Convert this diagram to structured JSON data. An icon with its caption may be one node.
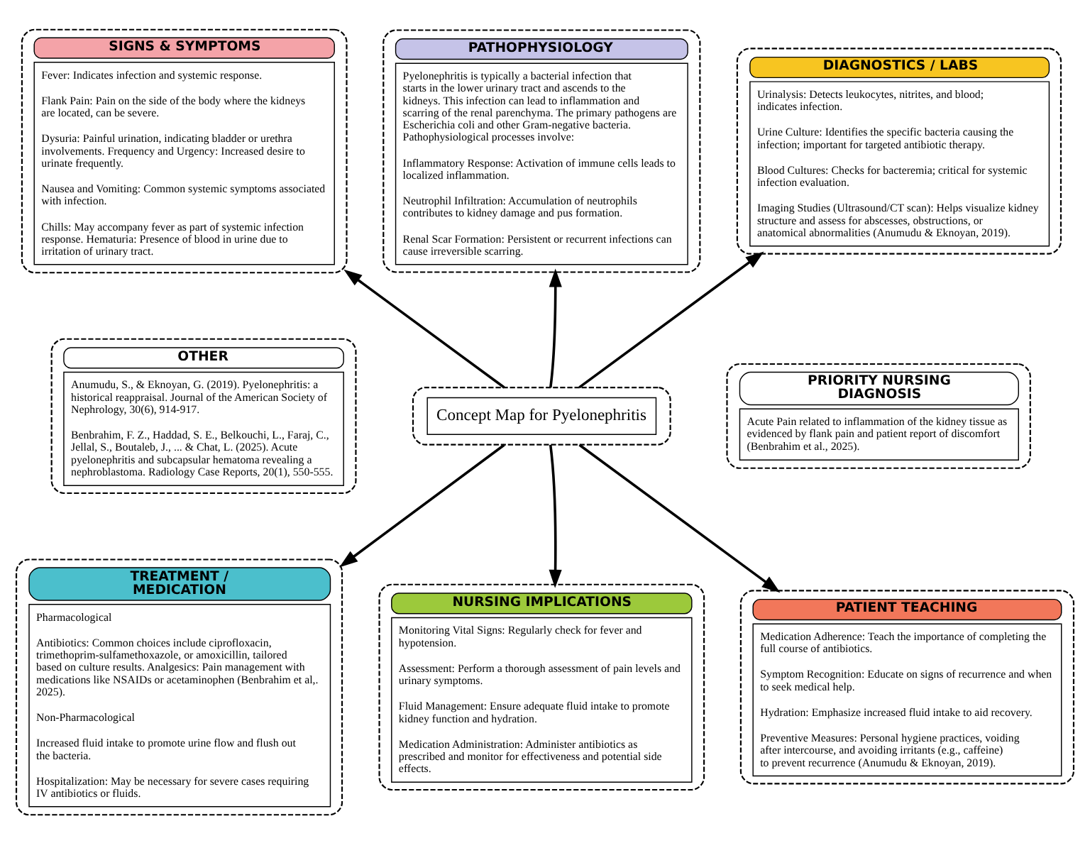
{
  "diagram": {
    "nodes": [
      {
        "text": [
          "SIGNS & SYMPTOMS",
          "Fever: Indicates infection and systemic response.",
          "Flank Pain: Pain on the side of the body where the kidneys are located, can be severe.",
          "Dysuria: Painful urination, indicating bladder or urethra involvements. Frequency and Urgency: Increased desire to urinate frequently.",
          "Nausea and Vomiting: Common systemic symptoms associated with infection.",
          "Chills: May accompany fever as part of systemic infection response. Hematuria: Presence of blood in urine due to irritation of urinary tract."
        ]
      },
      {
        "text": [
          "PATHOPHYSIOLOGY",
          "Pyelonephritis is typically a bacterial infection that starts in the lower urinary tract and ascends to the kidneys. This infection can lead to inflammation and scarring of the renal parenchyma. The primary pathogens are Escherichia coli and other Gram-negative bacteria. Pathophysiological processes involve:",
          "Inflammatory Response: Activation of immune cells leads to localized inflammation.",
          "Neutrophil Infiltration: Accumulation of neutrophils contributes to kidney damage and pus formation.",
          "Renal Scar Formation: Persistent or recurrent infections can cause irreversible scarring."
        ]
      },
      {
        "text": [
          "DIAGNOSTICS / LABS",
          "Urinalysis: Detects leukocytes, nitrites, and blood; indicates infection.",
          "Urine Culture: Identifies the specific bacteria causing the infection; important for targeted antibiotic therapy.",
          "Blood Cultures: Checks for bacteremia; critical for systemic infection evaluation.",
          "Imaging Studies (Ultrasound/CT scan): Helps visualize kidney structure and assess for abscesses, obstructions, or anatomical abnormalities (Anumudu & Eknoyan, 2019)."
        ]
      },
      {
        "text": [
          "OTHER",
          "Anumudu, S., & Eknoyan, G. (2019). Pyelonephritis: a historical reappraisal. Journal of the American Society of Nephrology, 30(6), 914-917.",
          "Benbrahim, F. Z., Haddad, S. E., Belkouchi, L., Faraj, C., Jellal, S., Boutaleb, J., ... & Chat, L. (2025). Acute pyelonephritis and subcapsular hematoma revealing a nephroblastoma. Radiology Case Reports, 20(1), 550-555."
        ]
      },
      {
        "text": [
          "Concept Map for Pyelonephritis"
        ]
      },
      {
        "text": [
          "PRIORITY NURSING DIAGNOSIS",
          "Acute Pain related to inflammation of the kidney tissue as evidenced by flank pain and patient report of discomfort (Benbrahim et al., 2025)."
        ]
      },
      {
        "text": [
          "TREATMENT / MEDICATION",
          "Pharmacological",
          "Antibiotics: Common choices include ciprofloxacin, trimethoprim-sulfamethoxazole, or amoxicillin, tailored based on culture results. Analgesics: Pain management with medications like NSAIDs or acetaminophen (Benbrahim et al,. 2025).",
          "Non-Pharmacological",
          "Increased fluid intake to promote urine flow and flush out the bacteria.",
          "Hospitalization: May be necessary for severe cases requiring IV antibiotics or fluids."
        ]
      },
      {
        "text": [
          "NURSING IMPLICATIONS",
          "Monitoring Vital Signs: Regularly check for fever and hypotension.",
          "Assessment: Perform a thorough assessment of pain levels and urinary symptoms.",
          "Fluid Management: Ensure adequate fluid intake to promote kidney function and hydration.",
          "Medication Administration: Administer antibiotics as prescribed and monitor for effectiveness and potential side effects."
        ]
      },
      {
        "text": [
          "PATIENT TEACHING",
          "Medication Adherence: Teach the importance of completing the full course of antibiotics.",
          "Symptom Recognition: Educate on signs of recurrence and when to seek medical help.",
          "Hydration: Emphasize increased fluid intake to aid recovery.",
          "Preventive Measures: Personal hygiene practices, voiding after intercourse, and avoiding irritants (e.g., caffeine) to prevent recurrence (Anumudu & Eknoyan, 2019)."
        ]
      }
    ],
    "edges": [
      {
        "from": 4,
        "to": 0,
        "arrow": "to"
      },
      {
        "from": 4,
        "to": 1,
        "arrow": "to"
      },
      {
        "from": 4,
        "to": 2,
        "arrow": "to"
      },
      {
        "from": 4,
        "to": 6,
        "arrow": "to"
      },
      {
        "from": 4,
        "to": 7,
        "arrow": "to"
      },
      {
        "from": 4,
        "to": 8,
        "arrow": "to"
      }
    ]
  }
}
